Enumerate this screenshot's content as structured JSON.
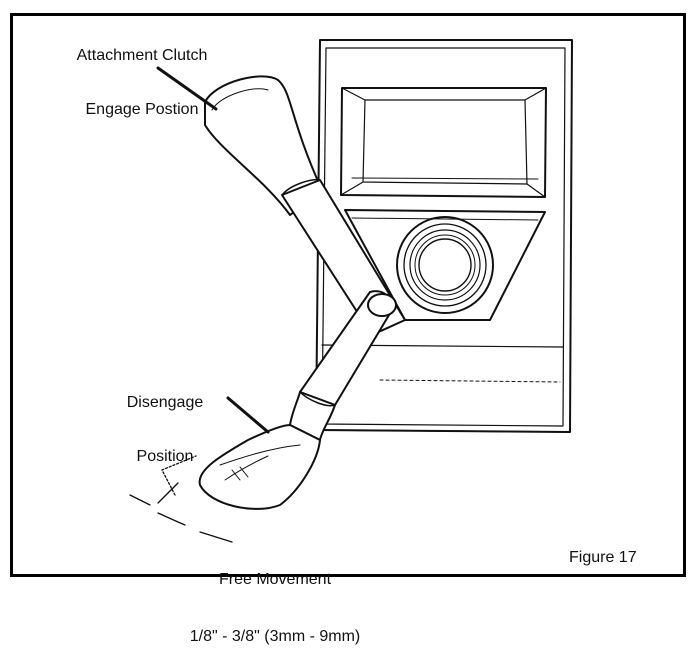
{
  "labels": {
    "engage_line1": "Attachment Clutch",
    "engage_line2": "Engage Postion",
    "disengage_line1": "Disengage",
    "disengage_line2": "Position",
    "free_line1": "Free Movement",
    "free_line2": "1/8\" - 3/8\" (3mm - 9mm)",
    "figure": "Figure 17"
  },
  "colors": {
    "ink": "#111111",
    "paper": "#ffffff"
  }
}
